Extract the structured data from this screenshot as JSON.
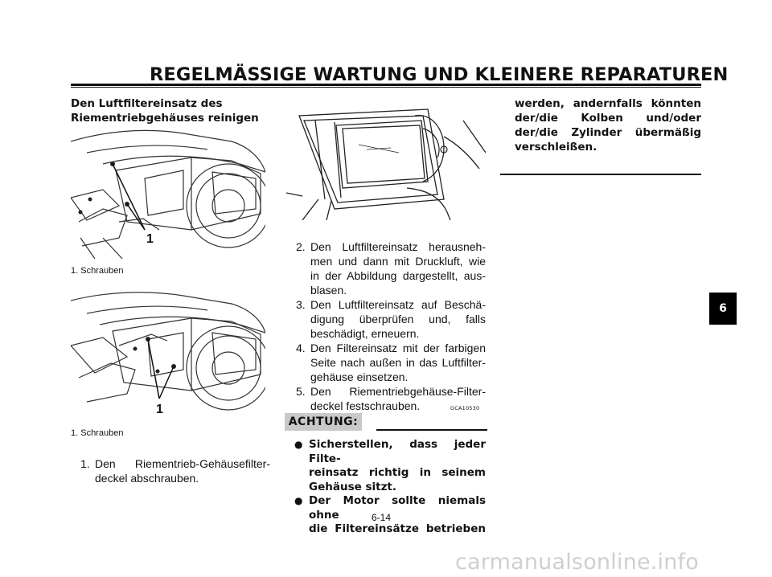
{
  "header": {
    "title": "REGELMÄSSIGE WARTUNG UND KLEINERE REPARATUREN"
  },
  "section": {
    "heading_line1": "Den Luftfiltereinsatz des",
    "heading_line2": "Riementriebgehäuses reinigen"
  },
  "figures": {
    "figure1": {
      "callout": "1",
      "caption": "1. Schrauben"
    },
    "figure2": {
      "callout": "1",
      "caption": "1. Schrauben"
    }
  },
  "steps_left": [
    {
      "num": "1.",
      "lines": [
        "Den Riementrieb-Gehäusefilter-",
        "deckel abschrauben."
      ]
    }
  ],
  "steps_middle": [
    {
      "num": "2.",
      "lines": [
        "Den Luftfiltereinsatz herausneh-",
        "men und dann mit Druckluft, wie",
        "in der Abbildung dargestellt, aus-",
        "blasen."
      ]
    },
    {
      "num": "3.",
      "lines": [
        "Den Luftfiltereinsatz auf Beschä-",
        "digung überprüfen und, falls",
        "beschädigt, erneuern."
      ]
    },
    {
      "num": "4.",
      "lines": [
        "Den Filtereinsatz mit der farbigen",
        "Seite nach außen in das Luftfilter-",
        "gehäuse einsetzen."
      ]
    },
    {
      "num": "5.",
      "lines": [
        "Den Riementriebgehäuse-Filter-",
        "deckel festschrauben."
      ]
    }
  ],
  "notice": {
    "code": "GCA10530",
    "label": "ACHTUNG:",
    "items": [
      {
        "lines": [
          "Sicherstellen, dass jeder Filte-",
          "reinsatz richtig in seinem",
          "Gehäuse sitzt."
        ]
      },
      {
        "lines": [
          "Der Motor sollte niemals ohne",
          "die Filtereinsätze betrieben"
        ]
      }
    ],
    "continued_lines": [
      "werden, andernfalls könnten",
      "der/die Kolben und/oder",
      "der/die Zylinder übermäßig",
      "verschleißen."
    ]
  },
  "chapter_tab": "6",
  "page_number": "6-14",
  "watermark": "carmanualsonline.info"
}
